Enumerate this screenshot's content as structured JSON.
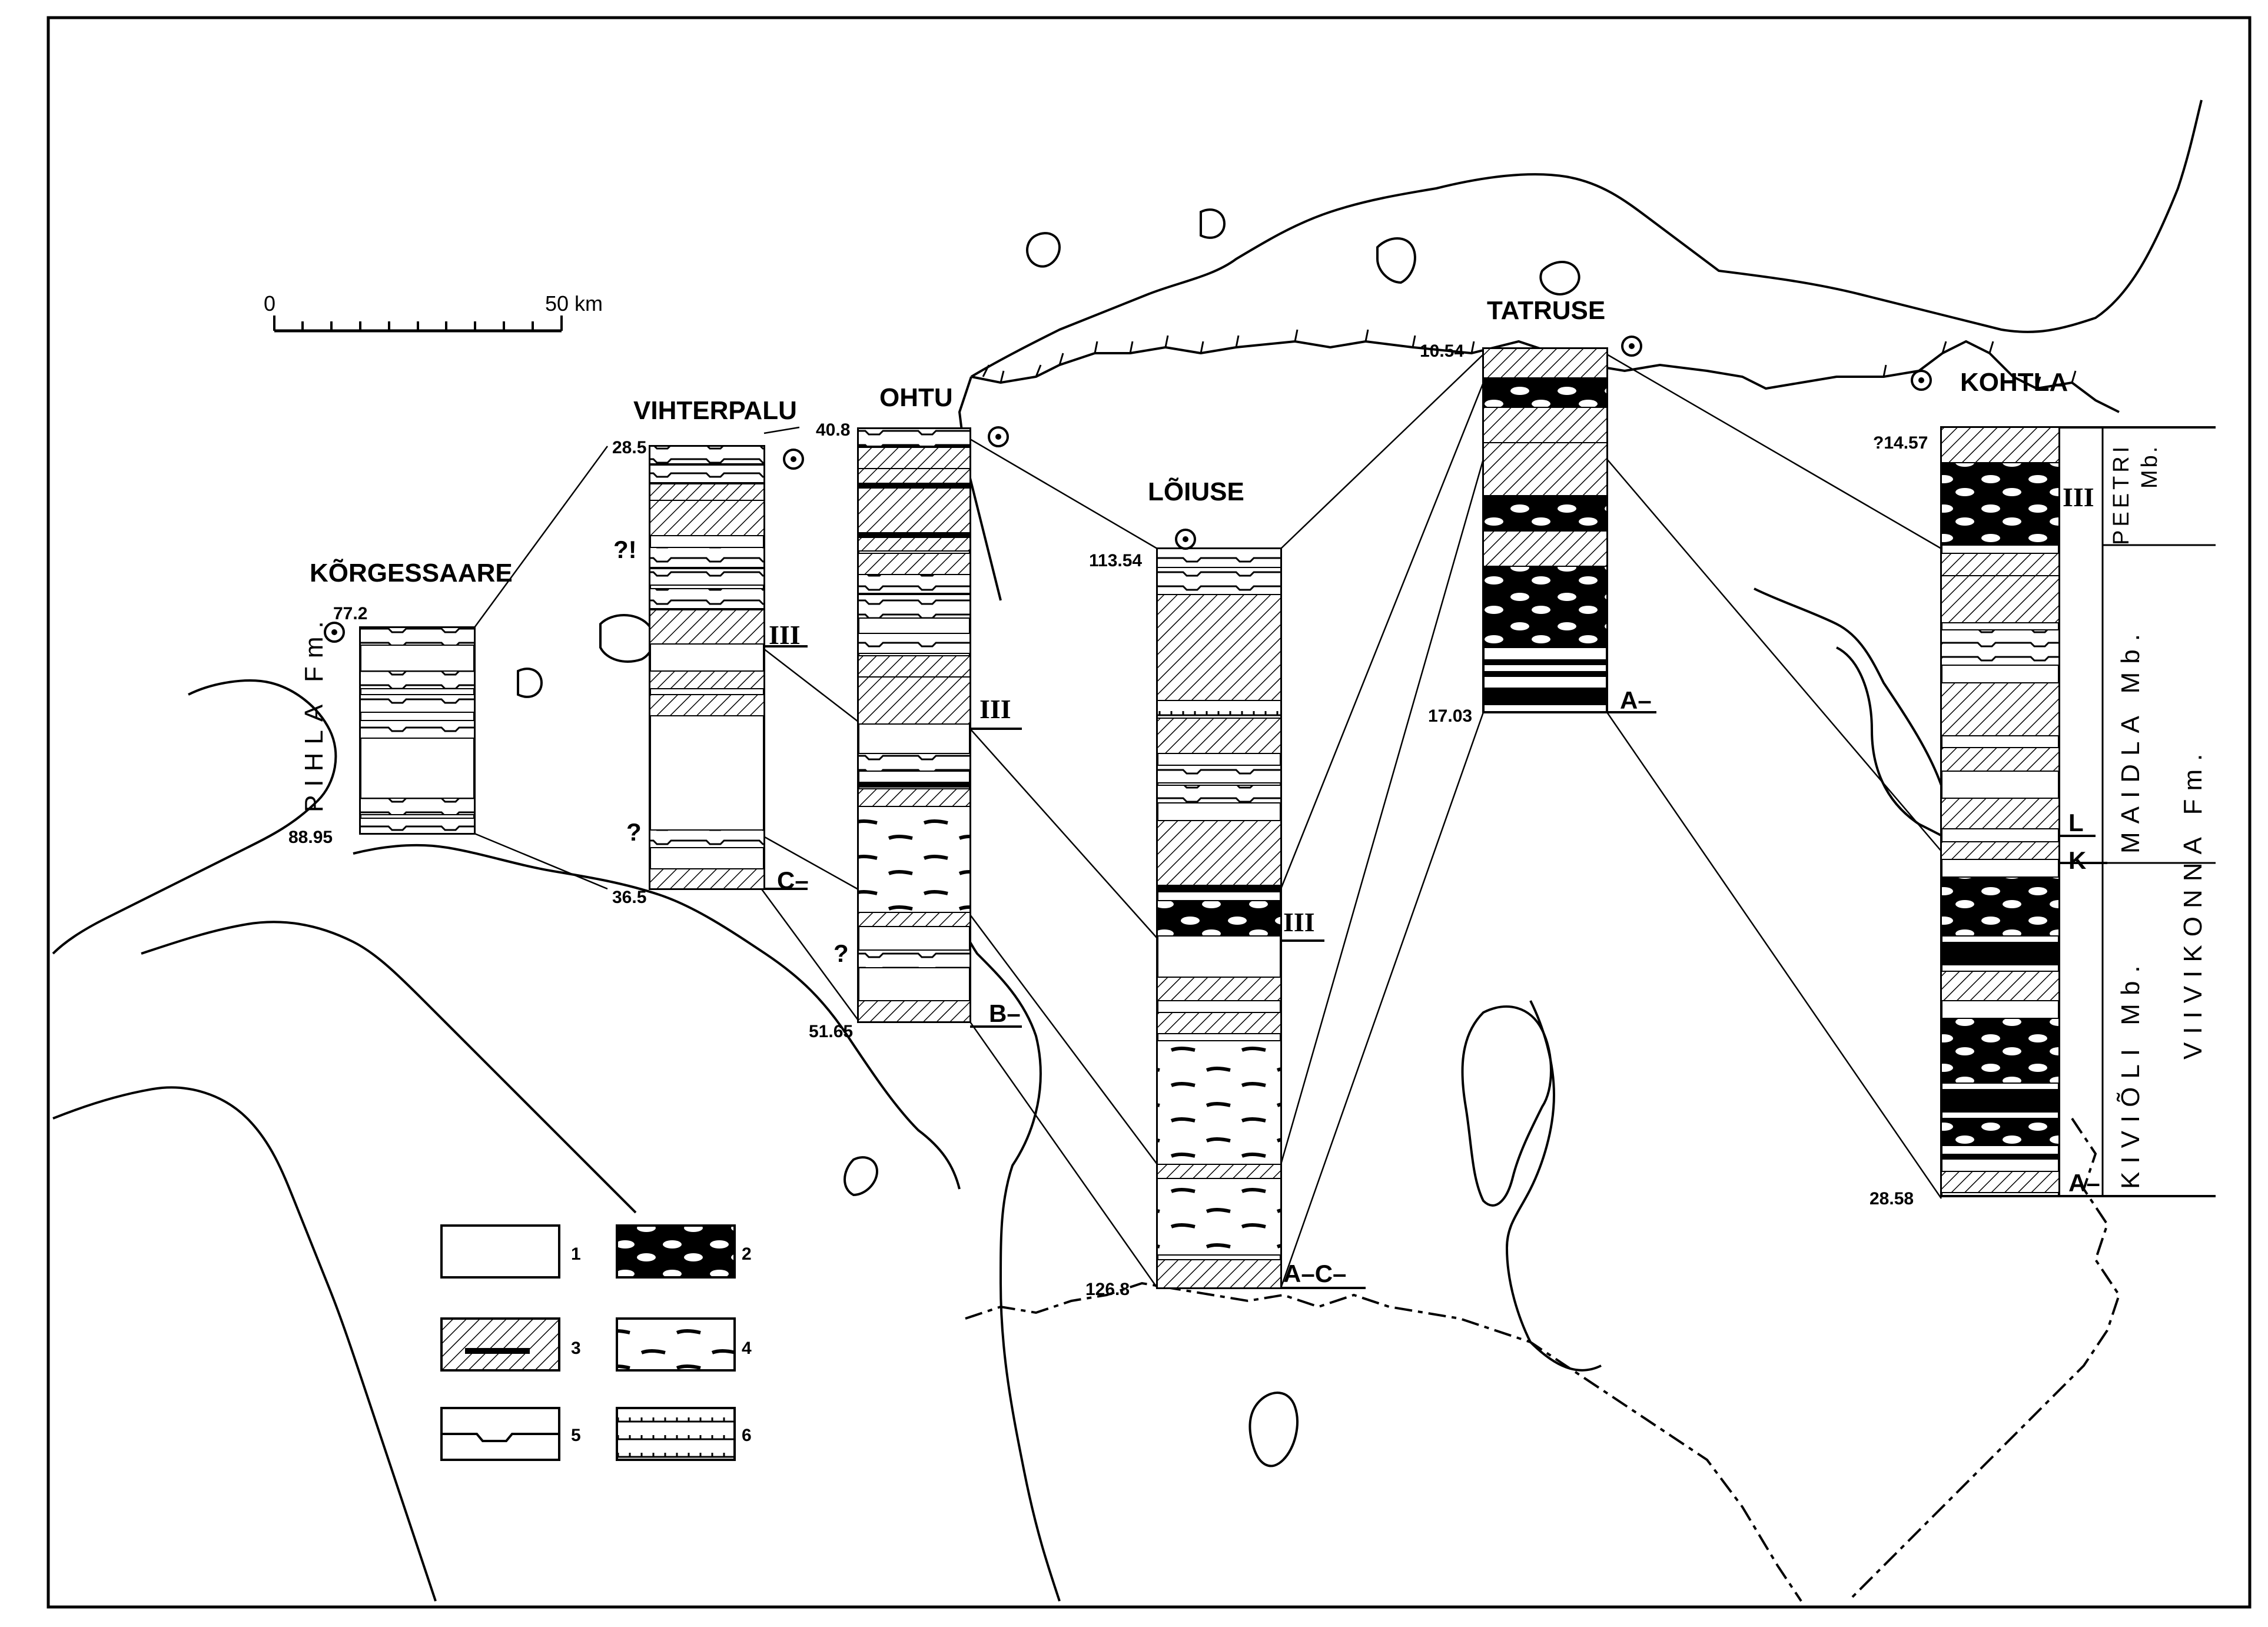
{
  "scale_bar": {
    "start": "0",
    "end": "50 km"
  },
  "sections": [
    {
      "name": "KÕRGESSAARE",
      "top": "77.2",
      "bottom": "88.95",
      "formation": "PIHLA  Fm."
    },
    {
      "name": "VIHTERPALU",
      "top": "28.5",
      "bottom": "36.5",
      "query_upper": "?!",
      "query_lower": "?",
      "marker": "III",
      "bed": "C–"
    },
    {
      "name": "OHTU",
      "top": "40.8",
      "bottom": "51.65",
      "query": "?",
      "marker": "III",
      "bed": "B–"
    },
    {
      "name": "LÕIUSE",
      "top": "113.54",
      "bottom": "126.8",
      "marker": "III",
      "bed": "A–C–"
    },
    {
      "name": "TATRUSE",
      "top": "10.54",
      "bottom": "17.03",
      "bed": "A–"
    },
    {
      "name": "KOHTLA",
      "top": "?14.57",
      "bottom": "28.58",
      "marker": "III",
      "bed_l": "L",
      "bed_k": "K",
      "bed_a": "A–"
    }
  ],
  "kohtla_units": {
    "peetri": "PEETRI",
    "peetri_mb": "Mb.",
    "maidla": "MAIDLA  Mb.",
    "kivioli": "KIVIÕLI  Mb.",
    "viivikonna": "VIIVIKONNA  Fm."
  },
  "legend": [
    {
      "num": "1",
      "pattern": "blank"
    },
    {
      "num": "2",
      "pattern": "black-with-lenses"
    },
    {
      "num": "3",
      "pattern": "hatched-with-lenses"
    },
    {
      "num": "4",
      "pattern": "dashes"
    },
    {
      "num": "5",
      "pattern": "wavy-discontinuity"
    },
    {
      "num": "6",
      "pattern": "tick-marks"
    }
  ]
}
